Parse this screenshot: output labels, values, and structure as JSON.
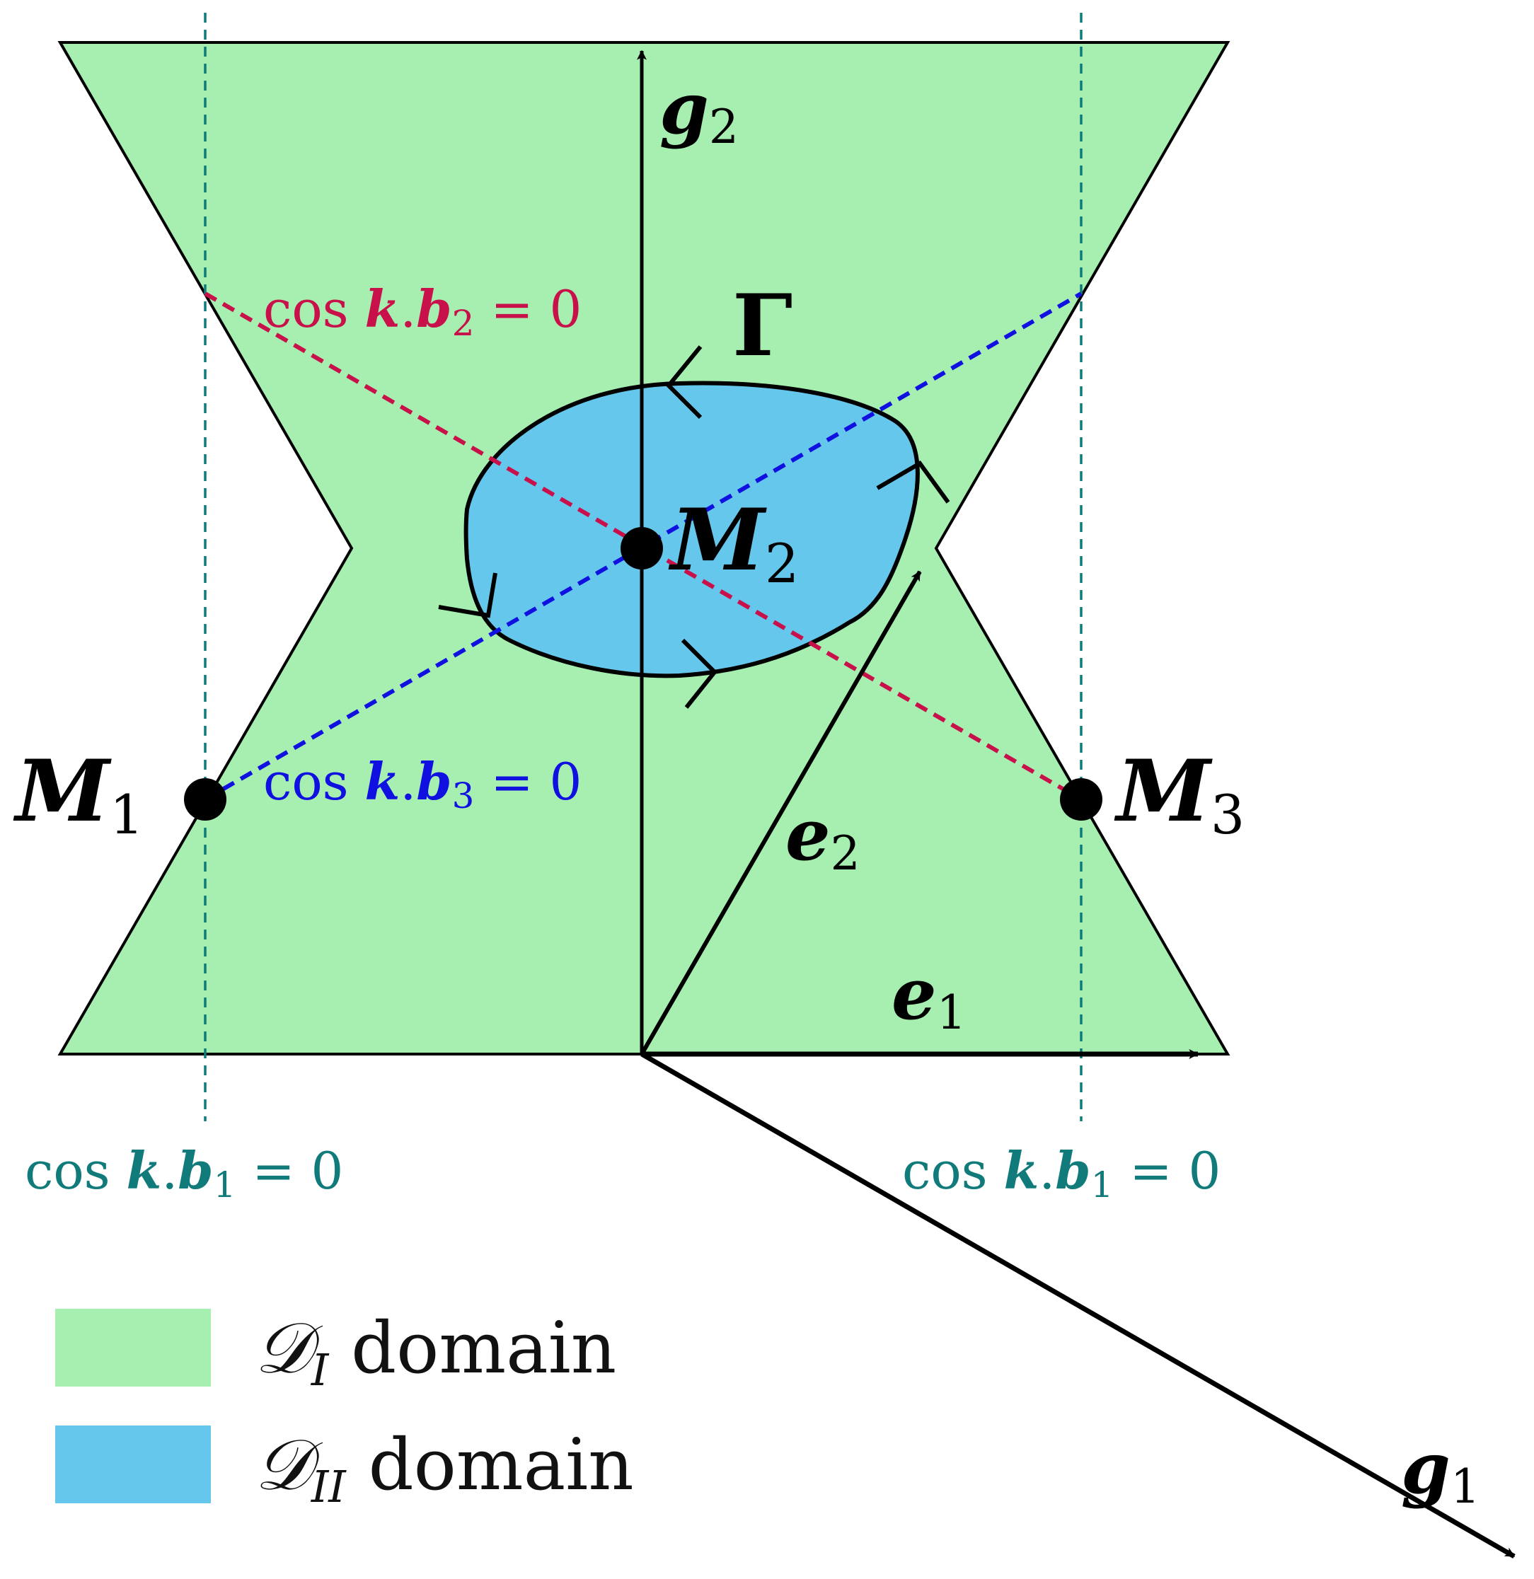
{
  "colors": {
    "domain_I_fill": "#a6efb0",
    "domain_II_fill": "#66c7ec",
    "teal": "#117a7a",
    "crimson": "#c8104a",
    "blue": "#1010e0",
    "black": "#000000"
  },
  "labels": {
    "g2": {
      "main": "g",
      "sub": "2"
    },
    "g1": {
      "main": "g",
      "sub": "1"
    },
    "e1": {
      "main": "e",
      "sub": "1"
    },
    "e2": {
      "main": "e",
      "sub": "2"
    },
    "gamma": "Γ",
    "M1": {
      "main": "M",
      "sub": "1"
    },
    "M2": {
      "main": "M",
      "sub": "2"
    },
    "M3": {
      "main": "M",
      "sub": "3"
    }
  },
  "equations": {
    "cos_b2": {
      "fn": "cos ",
      "k": "k",
      "dot": ".",
      "b": "b",
      "sub": "2",
      "rest": " = 0"
    },
    "cos_b3": {
      "fn": "cos ",
      "k": "k",
      "dot": ".",
      "b": "b",
      "sub": "3",
      "rest": " = 0"
    },
    "cos_b1_left": {
      "fn": "cos ",
      "k": "k",
      "dot": ".",
      "b": "b",
      "sub": "1",
      "rest": " = 0"
    },
    "cos_b1_right": {
      "fn": "cos ",
      "k": "k",
      "dot": ".",
      "b": "b",
      "sub": "1",
      "rest": " = 0"
    }
  },
  "legend": [
    {
      "symbol": "𝒟",
      "sub": "I",
      "text": " domain",
      "color_key": "domain_I_fill"
    },
    {
      "symbol": "𝒟",
      "sub": "II",
      "text": " domain",
      "color_key": "domain_II_fill"
    }
  ]
}
